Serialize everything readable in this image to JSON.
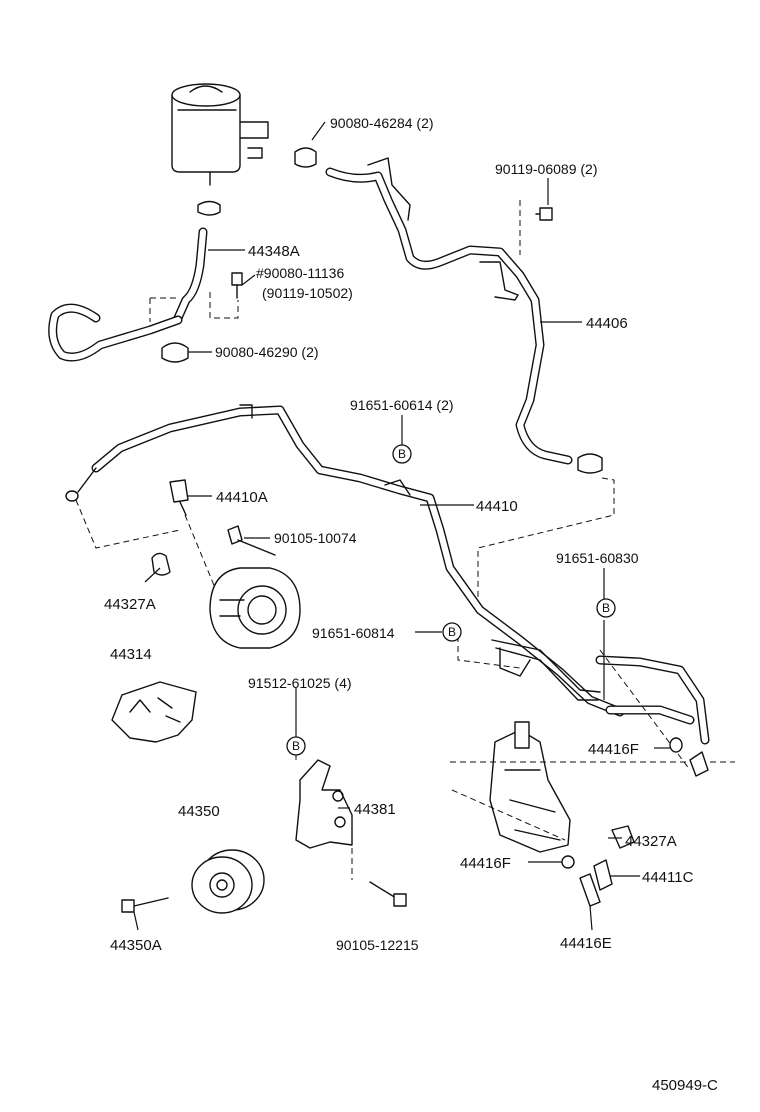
{
  "labels": {
    "p90080_46284": "90080-46284 (2)",
    "p90119_06089": "90119-06089 (2)",
    "p44348A": "44348A",
    "p90080_11136": "#90080-11136",
    "p90119_10502": "(90119-10502)",
    "p44406": "44406",
    "p90080_46290": "90080-46290 (2)",
    "p91651_60614": "91651-60614 (2)",
    "p44410A": "44410A",
    "p44410": "44410",
    "p90105_10074": "90105-10074",
    "p91651_60830": "91651-60830",
    "p44327A_left": "44327A",
    "p91651_60814": "91651-60814",
    "p44314": "44314",
    "p91512_61025": "91512-61025 (4)",
    "p44416F_right": "44416F",
    "p44350": "44350",
    "p44381": "44381",
    "p44327A_right": "44327A",
    "p44416F_low": "44416F",
    "p44411C": "44411C",
    "p44350A": "44350A",
    "p90105_12215": "90105-12215",
    "p44416E": "44416E",
    "diagram_id": "450949-C"
  },
  "badge_letter": "B"
}
